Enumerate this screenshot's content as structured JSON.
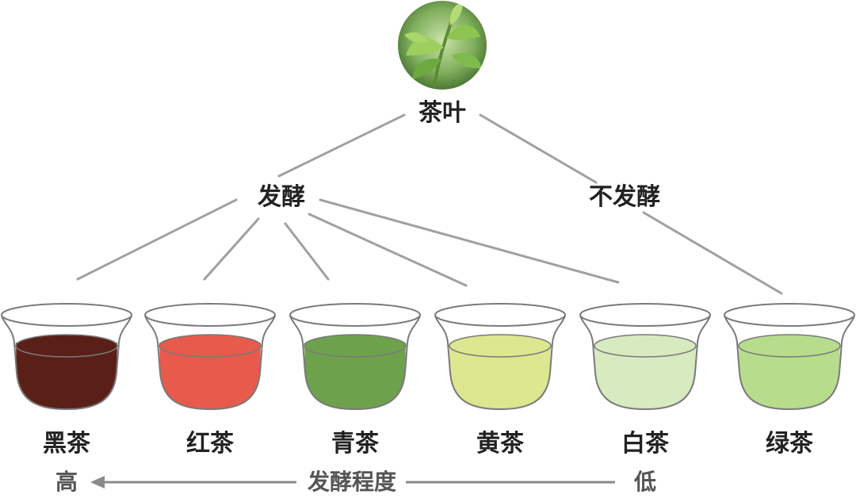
{
  "root": {
    "label": "茶叶",
    "image_icon": "tea-leaf-photo"
  },
  "branches": [
    {
      "id": "fermented",
      "label": "发酵"
    },
    {
      "id": "unfermented",
      "label": "不发酵"
    }
  ],
  "teas": [
    {
      "label": "黑茶",
      "liquid_color": "#5a2018",
      "branch": "fermented"
    },
    {
      "label": "红茶",
      "liquid_color": "#e85a4c",
      "branch": "fermented"
    },
    {
      "label": "青茶",
      "liquid_color": "#6ea14c",
      "branch": "fermented"
    },
    {
      "label": "黄茶",
      "liquid_color": "#dce78f",
      "branch": "fermented"
    },
    {
      "label": "白茶",
      "liquid_color": "#d7eac0",
      "branch": "fermented"
    },
    {
      "label": "绿茶",
      "liquid_color": "#b7dc8c",
      "branch": "unfermented"
    }
  ],
  "scale": {
    "high": "高",
    "title": "发酵程度",
    "low": "低"
  },
  "colors": {
    "line": "#a0a0a0",
    "text": "#222222",
    "cup_outline": "#7a7a7a"
  }
}
